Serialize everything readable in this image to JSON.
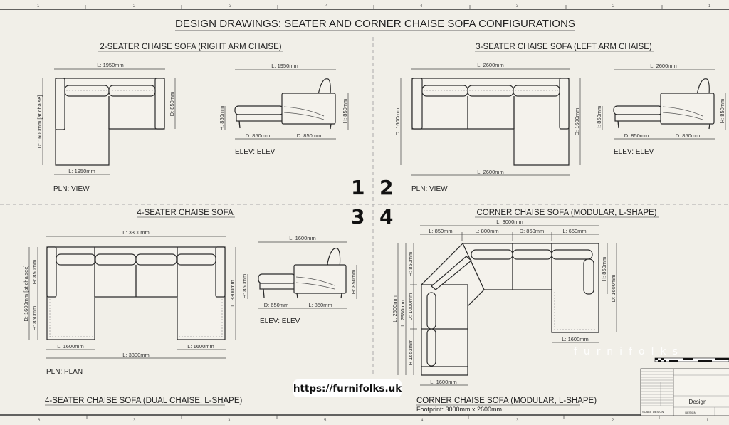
{
  "title": "DESIGN DRAWINGS: SEATER AND CORNER CHAISE SOFA CONFIGURATIONS",
  "zones_top": [
    "1",
    "2",
    "3",
    "4",
    "4",
    "3",
    "2",
    "1"
  ],
  "zones_bottom": [
    "6",
    "3",
    "3",
    "5",
    "4",
    "3",
    "2",
    "1"
  ],
  "quadrant_numbers": [
    "1",
    "2",
    "3",
    "4"
  ],
  "q1": {
    "title": "2-SEATER CHAISE SOFA (RIGHT ARM CHAISE)",
    "plan": {
      "top": "L: 1950mm",
      "left": "D: 1600mm [at chaise]",
      "right": "D: 850mm",
      "bottom": "L: 1950mm",
      "label": "PLN: VIEW"
    },
    "elev": {
      "top": "L: 1950mm",
      "h_left": "H: 850mm",
      "h_right": "H: 850mm",
      "d1": "D: 850mm",
      "d2": "D: 850mm",
      "label": "ELEV: ELEV"
    }
  },
  "q2": {
    "title": "3-SEATER CHAISE SOFA (LEFT ARM CHAISE)",
    "plan": {
      "top": "L: 2600mm",
      "left": "D: 1600mm",
      "right": "D: 1600mm",
      "bottom": "L: 2600mm",
      "label": "PLN: VIEW"
    },
    "elev": {
      "top": "L: 2600mm",
      "h_left": "H: 850mm",
      "h_right": "H: 850mm",
      "d1": "D: 850mm",
      "d2": "D: 850mm",
      "label": "ELEV: ELEV"
    }
  },
  "q3": {
    "title": "4-SEATER CHAISE SOFA",
    "plan": {
      "top": "L: 3300mm",
      "left_outer": "D: 1600mm [at chaisee]",
      "left_h1": "H: 850mm",
      "left_h2": "H: 850mm",
      "right": "L: 3300mm",
      "bottom_left": "L: 1600mm",
      "bottom_right": "L: 1600mm",
      "bottom": "L: 3300mm",
      "label": "PLN: PLAN"
    },
    "elev": {
      "top": "L: 1600mm",
      "h_left": "H: 850mm",
      "h_right": "H: 850mm",
      "d1": "D: 650mm",
      "d2": "L: 850mm",
      "label": "ELEV: ELEV"
    },
    "footer_title": "4-SEATER CHAISE SOFA (DUAL CHAISE, L-SHAPE)"
  },
  "q4": {
    "title": "CORNER CHAISE SOFA (MODULAR, L-SHAPE)",
    "plan": {
      "top": "L: 3000mm",
      "segments": [
        "L: 850mm",
        "L: 800mm",
        "D: 860mm",
        "L: 650mm"
      ],
      "left_l1": "L: 2600mm",
      "left_l2": "L: 2980mm",
      "left_h": "H: 850mm",
      "left_d": "D: 1000mm",
      "left_h2": "H 1653mm",
      "right_h": "H: 850mm",
      "right_d": "D: 1600mm",
      "chaise_bottom": "L: 1600mm",
      "bottom": "L: 1600mm"
    },
    "footer_title": "CORNER CHAISE SOFA (MODULAR, L-SHAPE)",
    "footprint": "Footprint: 3000mm x 2600mm"
  },
  "watermark": "furnifolks",
  "url": "https://furnifolks.uk",
  "title_block": {
    "design": "Design",
    "scale_label": "SCALE",
    "scale_value": "DESIGN",
    "drawn": "DESIGN"
  }
}
